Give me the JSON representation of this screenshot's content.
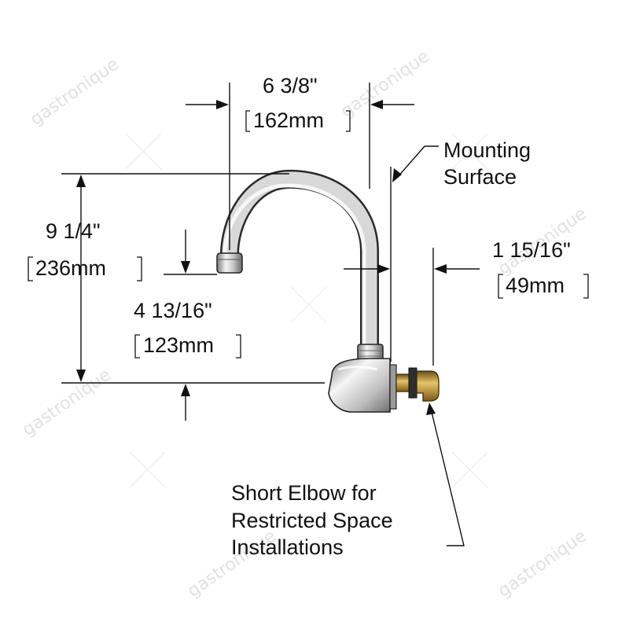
{
  "dimensions": {
    "spout_reach": {
      "imperial": "6 3/8\"",
      "metric": "162mm"
    },
    "overall_height": {
      "imperial": "9 1/4\"",
      "metric": "236mm"
    },
    "outlet_height": {
      "imperial": "4 13/16\"",
      "metric": "123mm"
    },
    "elbow_projection": {
      "imperial": "1 15/16\"",
      "metric": "49mm"
    }
  },
  "callouts": {
    "mounting_surface": [
      "Mounting",
      "Surface"
    ],
    "short_elbow": [
      "Short Elbow for",
      "Restricted Space",
      "Installations"
    ]
  },
  "watermark": {
    "text": "gastronique"
  },
  "colors": {
    "line": "#111111",
    "chrome_light": "#f2f2f2",
    "chrome_mid": "#b9b9b9",
    "chrome_dark": "#6e6e6e",
    "brass": "#c8a24a",
    "watermark": "#c9c9c9"
  }
}
